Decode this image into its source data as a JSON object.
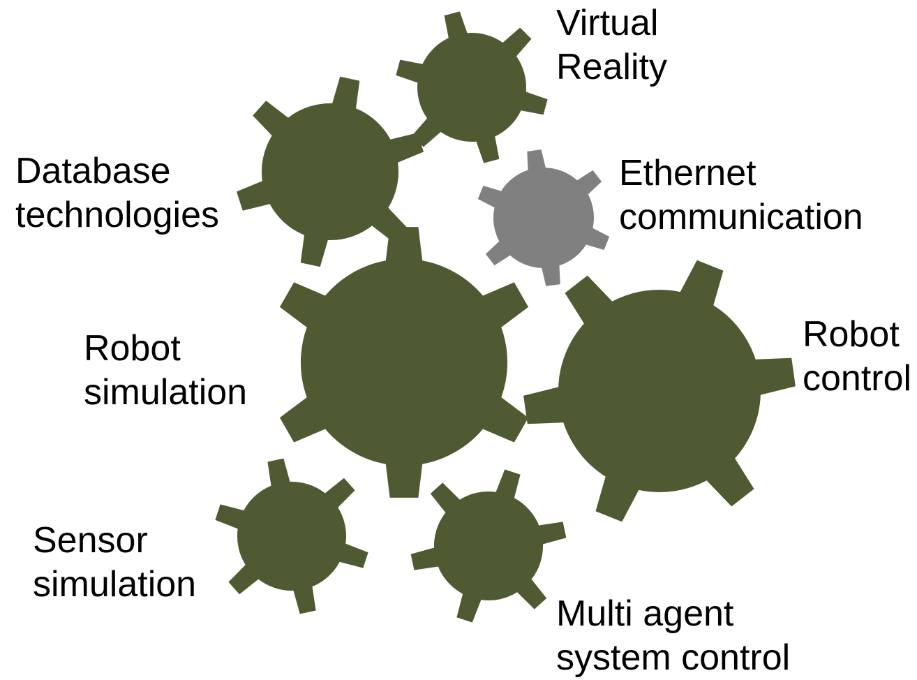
{
  "colors": {
    "gear": "#4f5a33",
    "highlight": "#808080",
    "text": "#000000",
    "background": "#ffffff"
  },
  "gears": [
    {
      "name": "gear-virtual-reality",
      "label": {
        "line1": "Virtual",
        "line2": "Reality"
      },
      "highlighted": false
    },
    {
      "name": "gear-database-technologies",
      "label": {
        "line1": "Database",
        "line2": "technologies"
      },
      "highlighted": false
    },
    {
      "name": "gear-ethernet-communication",
      "label": {
        "line1": "Ethernet",
        "line2": "communication"
      },
      "highlighted": true
    },
    {
      "name": "gear-robot-simulation",
      "label": {
        "line1": "Robot",
        "line2": "simulation"
      },
      "highlighted": false
    },
    {
      "name": "gear-robot-control",
      "label": {
        "line1": "Robot",
        "line2": "control"
      },
      "highlighted": false
    },
    {
      "name": "gear-sensor-simulation",
      "label": {
        "line1": "Sensor",
        "line2": "simulation"
      },
      "highlighted": false
    },
    {
      "name": "gear-multi-agent-system-control",
      "label": {
        "line1": "Multi agent",
        "line2": "system control"
      },
      "highlighted": false
    }
  ]
}
